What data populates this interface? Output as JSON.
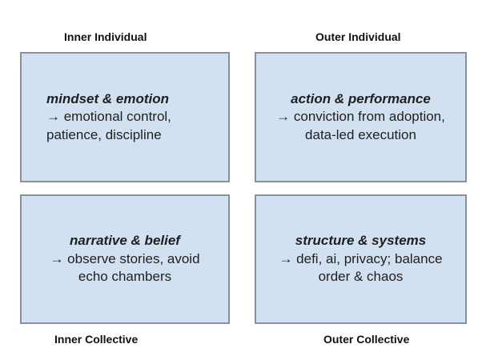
{
  "diagram": {
    "axis_labels": {
      "top_left": "Inner Individual",
      "top_right": "Outer Individual",
      "bottom_left": "Inner Collective",
      "bottom_right": "Outer Collective"
    },
    "quadrants": [
      {
        "position": "top-left",
        "title": "mindset & emotion",
        "lines": [
          "→ emotional control,",
          "patience, discipline"
        ]
      },
      {
        "position": "top-right",
        "title": "action & performance",
        "lines": [
          "→ conviction from adoption,",
          "data-led execution"
        ]
      },
      {
        "position": "bottom-left",
        "title": "narrative & belief",
        "lines": [
          "→ observe stories, avoid",
          "echo chambers"
        ]
      },
      {
        "position": "bottom-right",
        "title": "structure & systems",
        "lines": [
          "→ defi, ai, privacy; balance",
          "order & chaos"
        ]
      }
    ]
  },
  "colors": {
    "box_fill": "#d2e1f2",
    "box_border": "#87929e",
    "text": "#1f1f1f",
    "label": "#111111"
  }
}
